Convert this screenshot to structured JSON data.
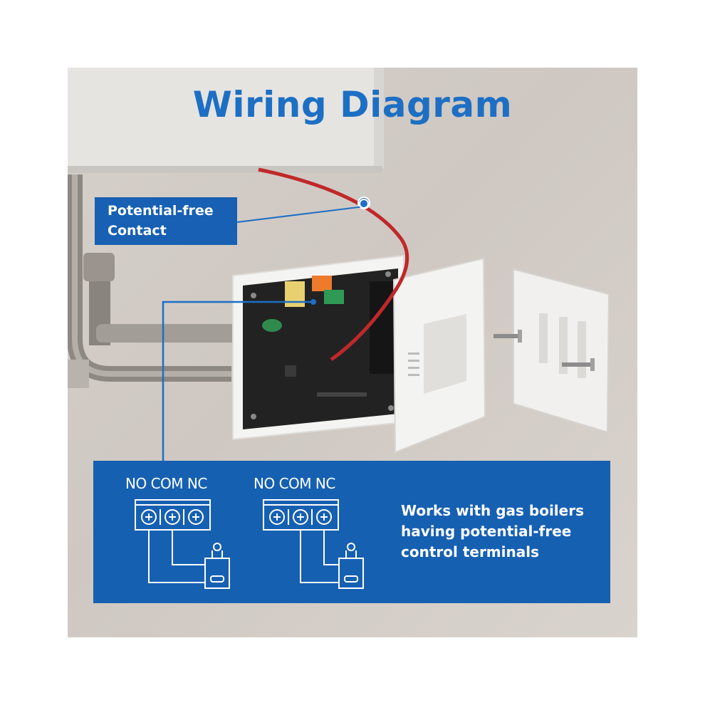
{
  "title": "Wiring Diagram",
  "callout": {
    "line1": "Potential-free",
    "line2": "Contact"
  },
  "panel": {
    "terminal_groups": [
      {
        "labels": [
          "NO",
          "COM",
          "NC"
        ]
      },
      {
        "labels": [
          "NO",
          "COM",
          "NC"
        ]
      }
    ],
    "description": {
      "line1": "Works with gas boilers",
      "line2": "having potential-free",
      "line3": "control terminals"
    }
  },
  "colors": {
    "accent_blue": "#1660b2",
    "title_blue": "#1d6fc4",
    "wire_red": "#c0282a",
    "text_white": "#ffffff"
  }
}
